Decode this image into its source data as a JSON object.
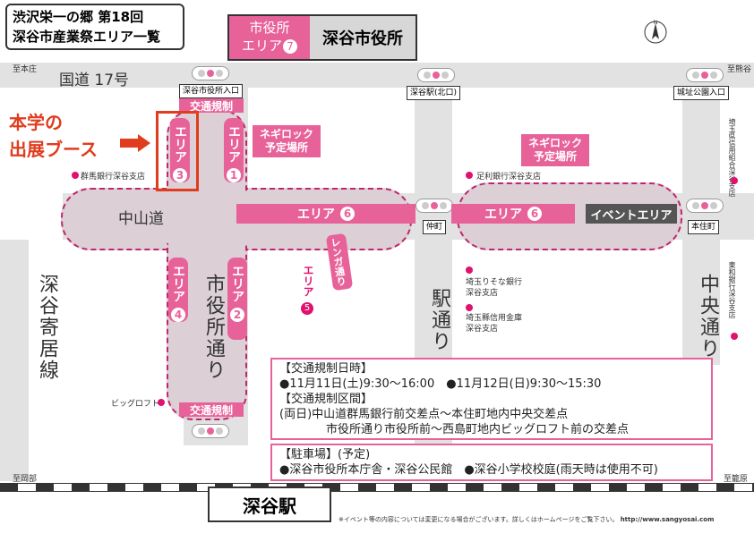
{
  "title": {
    "line1": "渋沢栄一の郷 第18回",
    "line2": "深谷市産業祭エリア一覧"
  },
  "header_badge": {
    "pink_line1": "市役所",
    "pink_line2": "エリア",
    "num": "7",
    "gray": "深谷市役所"
  },
  "highlight": {
    "line1": "本学の",
    "line2": "出展ブース"
  },
  "roads": {
    "route17": "国道 17号",
    "nakasendo": "中山道",
    "shiyakusho_dori": "市役所通り",
    "eki_dori": "駅通り",
    "chuo_dori": "中央通り",
    "fukaya_yorii": "深谷寄居線"
  },
  "directions": {
    "honjo": "至本庄",
    "kumagaya": "至熊谷",
    "okabe": "至岡部",
    "futabaso": "至籠原"
  },
  "signs": {
    "shiyakusho_iriguchi": "深谷市役所入口",
    "fukaya_eki_kitaguchi": "深谷駅(北口)",
    "joshi_koen_iriguchi": "城址公園入口",
    "nakamachi": "仲町",
    "honjumachi": "本住町"
  },
  "traffic_top": "交通規制",
  "traffic_bottom": "交通規制",
  "areas": {
    "a1": {
      "label": "エリア",
      "num": "1"
    },
    "a2": {
      "label": "エリア",
      "num": "2"
    },
    "a3": {
      "label": "エリア",
      "num": "3"
    },
    "a4": {
      "label": "エリア",
      "num": "4"
    },
    "a5": {
      "label": "エリア",
      "num": "5",
      "renga": "レンガ通り"
    },
    "a6a": {
      "label": "エリア",
      "num": "6"
    },
    "a6b": {
      "label": "エリア",
      "num": "6"
    },
    "event": "イベントエリア"
  },
  "negirock1": {
    "line1": "ネギロック",
    "line2": "予定場所"
  },
  "negirock2": {
    "line1": "ネギロック",
    "line2": "予定場所"
  },
  "landmarks": {
    "gunma_bank": "群馬銀行深谷支店",
    "ashikaga_bank": "足利銀行深谷支店",
    "saitama_resona": "埼玉りそな銀行\n深谷支店",
    "saitama_shinkin": "埼玉縣信用金庫\n深谷支店",
    "big_loft": "ビッグロフト",
    "saitama_kumiai": "埼玉県信用組合深谷支店",
    "higashi_nihon": "東和銀行深谷支店"
  },
  "station": "深谷駅",
  "info": {
    "t1": "【交通規制日時】",
    "t1_body": "●11月11日(土)9:30〜16:00　●11月12日(日)9:30〜15:30",
    "t2": "【交通規制区間】",
    "t2_body1": "(両日)中山道群馬銀行前交差点〜本住町地内中央交差点",
    "t2_body2": "市役所通り市役所前〜西島町地内ビッグロフト前の交差点"
  },
  "parking": {
    "title": "【駐車場】(予定)",
    "body": "●深谷市役所本庁舎・深谷公民館　●深谷小学校校庭(雨天時は使用不可)"
  },
  "footnote": "※イベント等の内容については変更になる場合がございます。詳しくはホームページをご覧下さい。",
  "footnote_url": "http://www.sangyosai.com",
  "colors": {
    "pink": "#e8629a",
    "road": "#e2e2e2",
    "area_bg": "#dccfd6",
    "highlight": "#e03c1e"
  }
}
